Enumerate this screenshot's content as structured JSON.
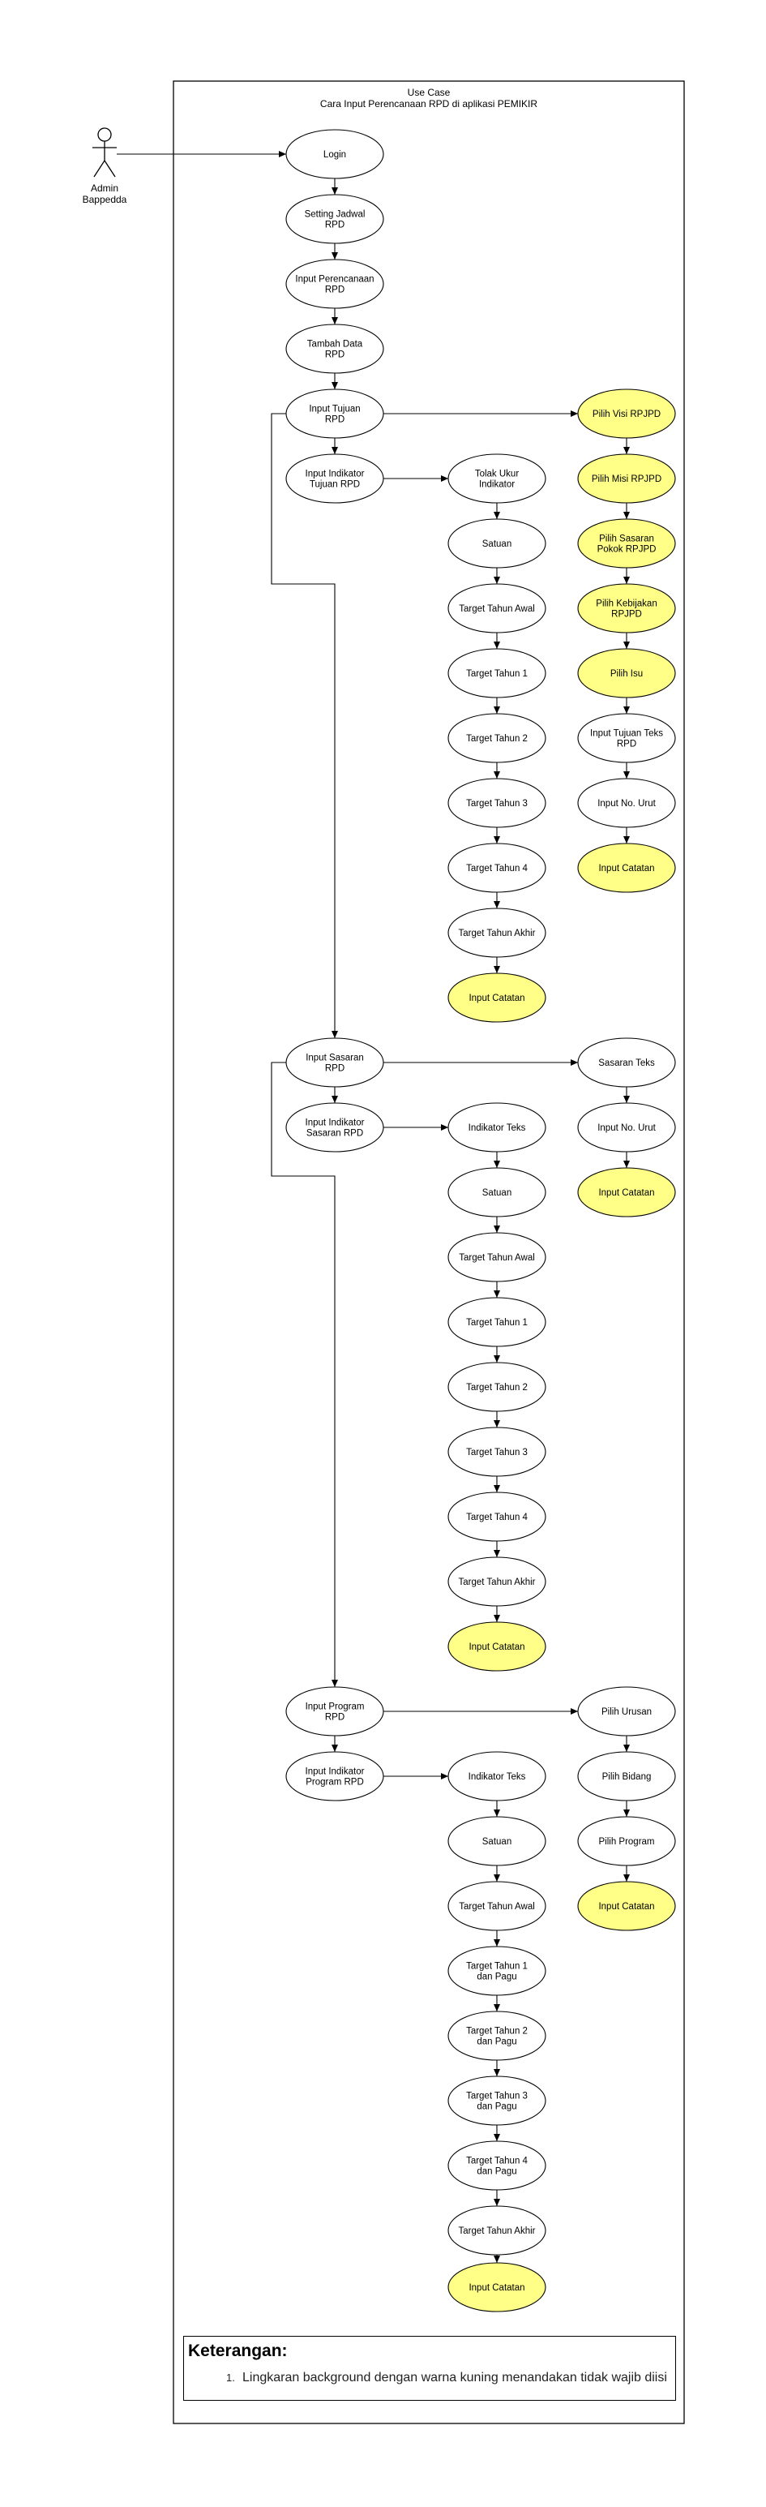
{
  "title_line1": "Use Case",
  "title_line2": "Cara Input Perencanaan RPD di aplikasi PEMIKIR",
  "actor_label": [
    "Admin",
    "Bappedda"
  ],
  "colors": {
    "optional_fill": "#ffff88",
    "default_fill": "#ffffff",
    "stroke": "#000000"
  },
  "nodes": [
    {
      "id": "login",
      "lines": [
        "Login"
      ],
      "optional": false
    },
    {
      "id": "setting-jadwal",
      "lines": [
        "Setting Jadwal",
        "RPD"
      ],
      "optional": false
    },
    {
      "id": "input-perencanaan",
      "lines": [
        "Input Perencanaan",
        "RPD"
      ],
      "optional": false
    },
    {
      "id": "tambah-data",
      "lines": [
        "Tambah Data",
        "RPD"
      ],
      "optional": false
    },
    {
      "id": "input-tujuan",
      "lines": [
        "Input Tujuan",
        "RPD"
      ],
      "optional": false
    },
    {
      "id": "input-indikator-tujuan",
      "lines": [
        "Input Indikator",
        "Tujuan RPD"
      ],
      "optional": false
    },
    {
      "id": "t-tolak-ukur",
      "lines": [
        "Tolak Ukur",
        "Indikator"
      ],
      "optional": false
    },
    {
      "id": "t-satuan",
      "lines": [
        "Satuan"
      ],
      "optional": false
    },
    {
      "id": "t-target-awal",
      "lines": [
        "Target Tahun Awal"
      ],
      "optional": false
    },
    {
      "id": "t-target-1",
      "lines": [
        "Target Tahun 1"
      ],
      "optional": false
    },
    {
      "id": "t-target-2",
      "lines": [
        "Target Tahun 2"
      ],
      "optional": false
    },
    {
      "id": "t-target-3",
      "lines": [
        "Target Tahun 3"
      ],
      "optional": false
    },
    {
      "id": "t-target-4",
      "lines": [
        "Target Tahun 4"
      ],
      "optional": false
    },
    {
      "id": "t-target-akhir",
      "lines": [
        "Target Tahun Akhir"
      ],
      "optional": false
    },
    {
      "id": "t-input-catatan",
      "lines": [
        "Input Catatan"
      ],
      "optional": true
    },
    {
      "id": "pilih-visi",
      "lines": [
        "Pilih Visi RPJPD"
      ],
      "optional": true
    },
    {
      "id": "pilih-misi",
      "lines": [
        "Pilih Misi RPJPD"
      ],
      "optional": true
    },
    {
      "id": "pilih-sasaran-pokok",
      "lines": [
        "Pilih Sasaran",
        "Pokok RPJPD"
      ],
      "optional": true
    },
    {
      "id": "pilih-kebijakan",
      "lines": [
        "Pilih Kebijakan",
        "RPJPD"
      ],
      "optional": true
    },
    {
      "id": "pilih-isu",
      "lines": [
        "Pilih Isu"
      ],
      "optional": true
    },
    {
      "id": "input-tujuan-teks",
      "lines": [
        "Input Tujuan Teks",
        "RPD"
      ],
      "optional": false
    },
    {
      "id": "tu-input-no-urut",
      "lines": [
        "Input No. Urut"
      ],
      "optional": false
    },
    {
      "id": "tu-input-catatan",
      "lines": [
        "Input Catatan"
      ],
      "optional": true
    },
    {
      "id": "input-sasaran",
      "lines": [
        "Input Sasaran",
        "RPD"
      ],
      "optional": false
    },
    {
      "id": "input-indikator-sasaran",
      "lines": [
        "Input Indikator",
        "Sasaran RPD"
      ],
      "optional": false
    },
    {
      "id": "s-indikator-teks",
      "lines": [
        "Indikator Teks"
      ],
      "optional": false
    },
    {
      "id": "s-satuan",
      "lines": [
        "Satuan"
      ],
      "optional": false
    },
    {
      "id": "s-target-awal",
      "lines": [
        "Target Tahun Awal"
      ],
      "optional": false
    },
    {
      "id": "s-target-1",
      "lines": [
        "Target Tahun 1"
      ],
      "optional": false
    },
    {
      "id": "s-target-2",
      "lines": [
        "Target Tahun 2"
      ],
      "optional": false
    },
    {
      "id": "s-target-3",
      "lines": [
        "Target Tahun 3"
      ],
      "optional": false
    },
    {
      "id": "s-target-4",
      "lines": [
        "Target Tahun 4"
      ],
      "optional": false
    },
    {
      "id": "s-target-akhir",
      "lines": [
        "Target Tahun Akhir"
      ],
      "optional": false
    },
    {
      "id": "s-input-catatan",
      "lines": [
        "Input Catatan"
      ],
      "optional": true
    },
    {
      "id": "sasaran-teks",
      "lines": [
        "Sasaran Teks"
      ],
      "optional": false
    },
    {
      "id": "sa-input-no-urut",
      "lines": [
        "Input No. Urut"
      ],
      "optional": false
    },
    {
      "id": "sa-input-catatan",
      "lines": [
        "Input Catatan"
      ],
      "optional": true
    },
    {
      "id": "input-program",
      "lines": [
        "Input Program",
        "RPD"
      ],
      "optional": false
    },
    {
      "id": "input-indikator-program",
      "lines": [
        "Input Indikator",
        "Program RPD"
      ],
      "optional": false
    },
    {
      "id": "p-indikator-teks",
      "lines": [
        "Indikator Teks"
      ],
      "optional": false
    },
    {
      "id": "p-satuan",
      "lines": [
        "Satuan"
      ],
      "optional": false
    },
    {
      "id": "p-target-awal",
      "lines": [
        "Target Tahun Awal"
      ],
      "optional": false
    },
    {
      "id": "p-target-1",
      "lines": [
        "Target Tahun 1",
        "dan Pagu"
      ],
      "optional": false
    },
    {
      "id": "p-target-2",
      "lines": [
        "Target Tahun 2",
        "dan Pagu"
      ],
      "optional": false
    },
    {
      "id": "p-target-3",
      "lines": [
        "Target Tahun 3",
        "dan Pagu"
      ],
      "optional": false
    },
    {
      "id": "p-target-4",
      "lines": [
        "Target Tahun 4",
        "dan Pagu"
      ],
      "optional": false
    },
    {
      "id": "p-target-akhir",
      "lines": [
        "Target Tahun Akhir"
      ],
      "optional": false
    },
    {
      "id": "p-input-catatan",
      "lines": [
        "Input Catatan"
      ],
      "optional": true
    },
    {
      "id": "pilih-urusan",
      "lines": [
        "Pilih Urusan"
      ],
      "optional": false
    },
    {
      "id": "pilih-bidang",
      "lines": [
        "Pilih Bidang"
      ],
      "optional": false
    },
    {
      "id": "pilih-program",
      "lines": [
        "Pilih Program"
      ],
      "optional": false
    },
    {
      "id": "pr-input-catatan",
      "lines": [
        "Input Catatan"
      ],
      "optional": true
    }
  ],
  "edges": [
    [
      "actor",
      "login"
    ],
    [
      "login",
      "setting-jadwal"
    ],
    [
      "setting-jadwal",
      "input-perencanaan"
    ],
    [
      "input-perencanaan",
      "tambah-data"
    ],
    [
      "tambah-data",
      "input-tujuan"
    ],
    [
      "input-tujuan",
      "input-indikator-tujuan"
    ],
    [
      "input-tujuan",
      "pilih-visi"
    ],
    [
      "input-indikator-tujuan",
      "t-tolak-ukur"
    ],
    [
      "t-tolak-ukur",
      "t-satuan"
    ],
    [
      "t-satuan",
      "t-target-awal"
    ],
    [
      "t-target-awal",
      "t-target-1"
    ],
    [
      "t-target-1",
      "t-target-2"
    ],
    [
      "t-target-2",
      "t-target-3"
    ],
    [
      "t-target-3",
      "t-target-4"
    ],
    [
      "t-target-4",
      "t-target-akhir"
    ],
    [
      "t-target-akhir",
      "t-input-catatan"
    ],
    [
      "pilih-visi",
      "pilih-misi"
    ],
    [
      "pilih-misi",
      "pilih-sasaran-pokok"
    ],
    [
      "pilih-sasaran-pokok",
      "pilih-kebijakan"
    ],
    [
      "pilih-kebijakan",
      "pilih-isu"
    ],
    [
      "pilih-isu",
      "input-tujuan-teks"
    ],
    [
      "input-tujuan-teks",
      "tu-input-no-urut"
    ],
    [
      "tu-input-no-urut",
      "tu-input-catatan"
    ],
    [
      "input-tujuan",
      "input-sasaran"
    ],
    [
      "input-sasaran",
      "input-indikator-sasaran"
    ],
    [
      "input-sasaran",
      "sasaran-teks"
    ],
    [
      "input-indikator-sasaran",
      "s-indikator-teks"
    ],
    [
      "s-indikator-teks",
      "s-satuan"
    ],
    [
      "s-satuan",
      "s-target-awal"
    ],
    [
      "s-target-awal",
      "s-target-1"
    ],
    [
      "s-target-1",
      "s-target-2"
    ],
    [
      "s-target-2",
      "s-target-3"
    ],
    [
      "s-target-3",
      "s-target-4"
    ],
    [
      "s-target-4",
      "s-target-akhir"
    ],
    [
      "s-target-akhir",
      "s-input-catatan"
    ],
    [
      "sasaran-teks",
      "sa-input-no-urut"
    ],
    [
      "sa-input-no-urut",
      "sa-input-catatan"
    ],
    [
      "input-sasaran",
      "input-program"
    ],
    [
      "input-program",
      "input-indikator-program"
    ],
    [
      "input-program",
      "pilih-urusan"
    ],
    [
      "input-indikator-program",
      "p-indikator-teks"
    ],
    [
      "p-indikator-teks",
      "p-satuan"
    ],
    [
      "p-satuan",
      "p-target-awal"
    ],
    [
      "p-target-awal",
      "p-target-1"
    ],
    [
      "p-target-1",
      "p-target-2"
    ],
    [
      "p-target-2",
      "p-target-3"
    ],
    [
      "p-target-3",
      "p-target-4"
    ],
    [
      "p-target-4",
      "p-target-akhir"
    ],
    [
      "p-target-akhir",
      "p-input-catatan"
    ],
    [
      "pilih-urusan",
      "pilih-bidang"
    ],
    [
      "pilih-bidang",
      "pilih-program"
    ],
    [
      "pilih-program",
      "pr-input-catatan"
    ]
  ],
  "legend": {
    "title": "Keterangan:",
    "items": [
      {
        "num": "1.",
        "text": "Lingkaran background dengan warna kuning menandakan tidak wajib diisi"
      }
    ]
  }
}
